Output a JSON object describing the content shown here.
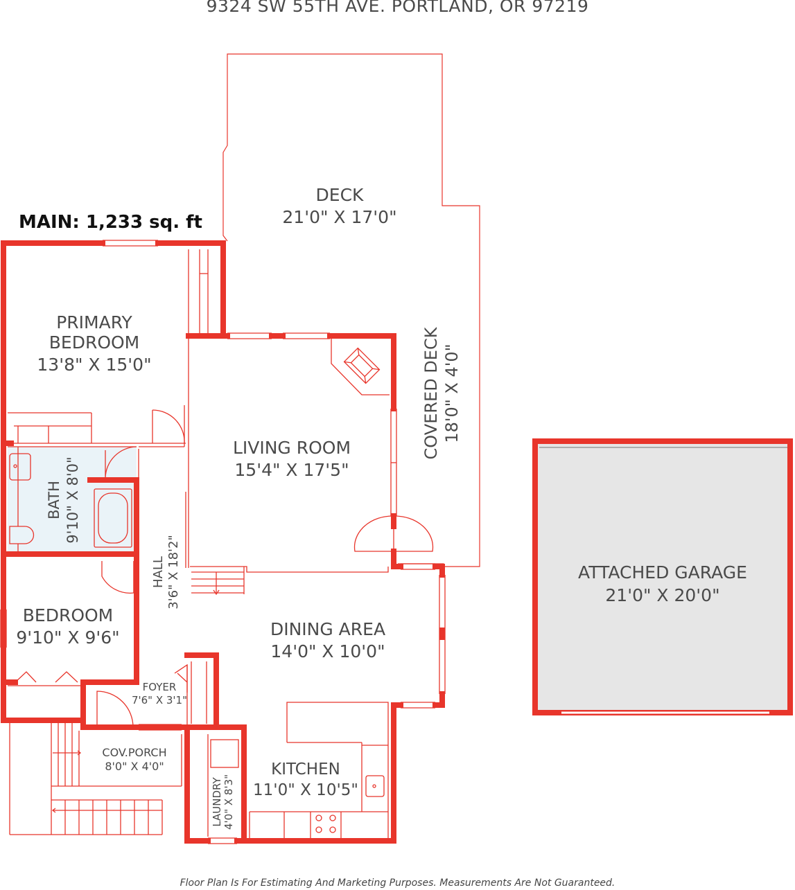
{
  "header": {
    "address": "9324 SW 55TH AVE. PORTLAND, OR 97219"
  },
  "level_label": "MAIN: 1,233 sq. ft",
  "rooms": {
    "deck": {
      "name": "DECK",
      "size": "21'0\" X 17'0\""
    },
    "primary_bedroom": {
      "name_line1": "PRIMARY",
      "name_line2": "BEDROOM",
      "size": "13'8\" X 15'0\""
    },
    "living_room": {
      "name": "LIVING ROOM",
      "size": "15'4\" X 17'5\""
    },
    "covered_deck": {
      "name": "COVERED DECK",
      "size": "18'0\" X 4'0\""
    },
    "bath": {
      "name": "BATH",
      "size": "9'10\" X 8'0\""
    },
    "hall": {
      "name": "HALL",
      "size": "3'6\" X 18'2\""
    },
    "bedroom": {
      "name": "BEDROOM",
      "size": "9'10\" X 9'6\""
    },
    "dining_area": {
      "name": "DINING AREA",
      "size": "14'0\" X 10'0\""
    },
    "foyer": {
      "name": "FOYER",
      "size": "7'6\" X 3'1\""
    },
    "cov_porch": {
      "name": "COV.PORCH",
      "size": "8'0\" X 4'0\""
    },
    "kitchen": {
      "name": "KITCHEN",
      "size": "11'0\" X 10'5\""
    },
    "laundry": {
      "name": "LAUNDRY",
      "size": "4'0\" X 8'3\""
    },
    "attached_garage": {
      "name": "ATTACHED GARAGE",
      "size": "21'0\" X 20'0\""
    }
  },
  "footer": {
    "disclaimer": "Floor Plan Is For Estimating And Marketing Purposes. Measurements Are Not Guaranteed."
  },
  "colors": {
    "wall": "#e8352b",
    "thin_line": "#e8352b",
    "garage_fill": "#e6e6e6",
    "bath_fill": "#eaf3f8",
    "text": "#4a4a4a"
  }
}
